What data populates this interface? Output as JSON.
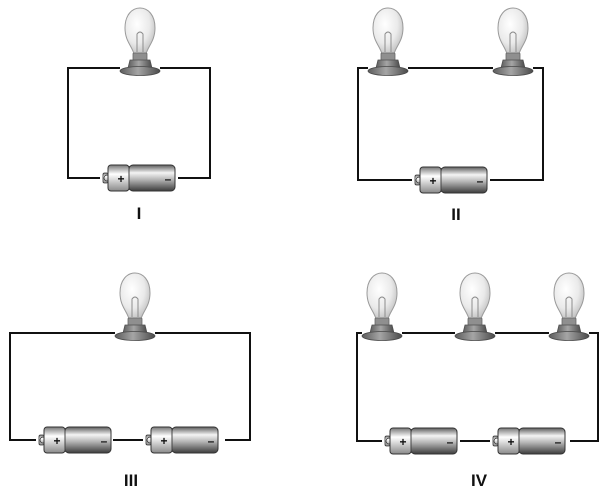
{
  "circuits": [
    {
      "id": "I",
      "label": "I",
      "bulbs": 1,
      "batteries": 1
    },
    {
      "id": "II",
      "label": "II",
      "bulbs": 2,
      "batteries": 1
    },
    {
      "id": "III",
      "label": "III",
      "bulbs": 1,
      "batteries": 2
    },
    {
      "id": "IV",
      "label": "IV",
      "bulbs": 3,
      "batteries": 2
    }
  ],
  "battery_terminals": {
    "positive": "+",
    "negative": "–"
  },
  "colors": {
    "wire": "#111111",
    "battery_body": "#9a9a9a",
    "bulb_glass": "#e6e6e6",
    "bulb_socket": "#777777"
  }
}
